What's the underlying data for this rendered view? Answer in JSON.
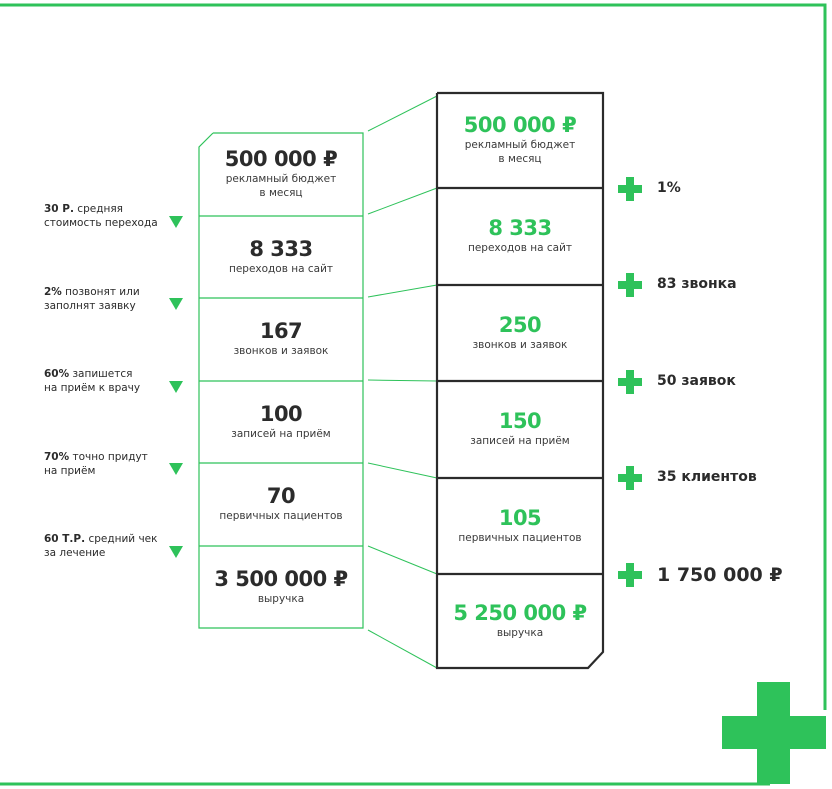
{
  "left_column": [
    {
      "value": "500 000 ₽",
      "label": "рекламный бюджет\nв месяц"
    },
    {
      "value": "8 333",
      "label": "переходов на сайт"
    },
    {
      "value": "167",
      "label": "звонков и заявок"
    },
    {
      "value": "100",
      "label": "записей на приём"
    },
    {
      "value": "70",
      "label": "первичных пациентов"
    },
    {
      "value": "3 500 000 ₽",
      "label": "выручка"
    }
  ],
  "right_column": [
    {
      "value": "500 000 ₽",
      "label": "рекламный бюджет\nв месяц"
    },
    {
      "value": "8 333",
      "label": "переходов на сайт"
    },
    {
      "value": "250",
      "label": "звонков и заявок"
    },
    {
      "value": "150",
      "label": "записей на приём"
    },
    {
      "value": "105",
      "label": "первичных пациентов"
    },
    {
      "value": "5 250 000 ₽",
      "label": "выручка"
    }
  ],
  "conversion_steps": [
    {
      "bold": "30 Р.",
      "text": " средняя\nстоимость перехода"
    },
    {
      "bold": "2%",
      "text": " позвонят или\nзаполнят заявку"
    },
    {
      "bold": "60%",
      "text": " запишется\nна приём к врачу"
    },
    {
      "bold": "70%",
      "text": " точно придут\nна приём"
    },
    {
      "bold": "60 Т.Р.",
      "text": " средний чек\nза лечение"
    }
  ],
  "gains": [
    "1%",
    "83 звонка",
    "50 заявок",
    "35 клиентов",
    "1 750 000 ₽"
  ],
  "colors": {
    "accent": "#2ec25a",
    "dark": "#2b2b2b"
  }
}
